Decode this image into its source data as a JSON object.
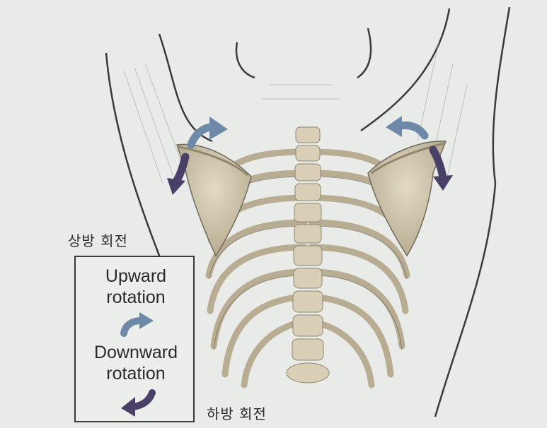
{
  "labels": {
    "upward_korean": "상방 회전",
    "downward_korean": "하방 회전"
  },
  "legend": {
    "upward": {
      "line1": "Upward",
      "line2": "rotation",
      "arrow_icon": "curved-arrow-up-right-icon",
      "arrow_color": "#6e8aa8"
    },
    "downward": {
      "line1": "Downward",
      "line2": "rotation",
      "arrow_icon": "curved-arrow-down-left-icon",
      "arrow_color": "#4a3f66"
    }
  },
  "colors": {
    "bone": "#d8cfb6",
    "bone_shadow": "#a89e84",
    "outline": "#3a3a3a",
    "upward_arrow": "#6e8aa8",
    "downward_arrow": "#4a3f66",
    "background": "#e9ebe8"
  }
}
